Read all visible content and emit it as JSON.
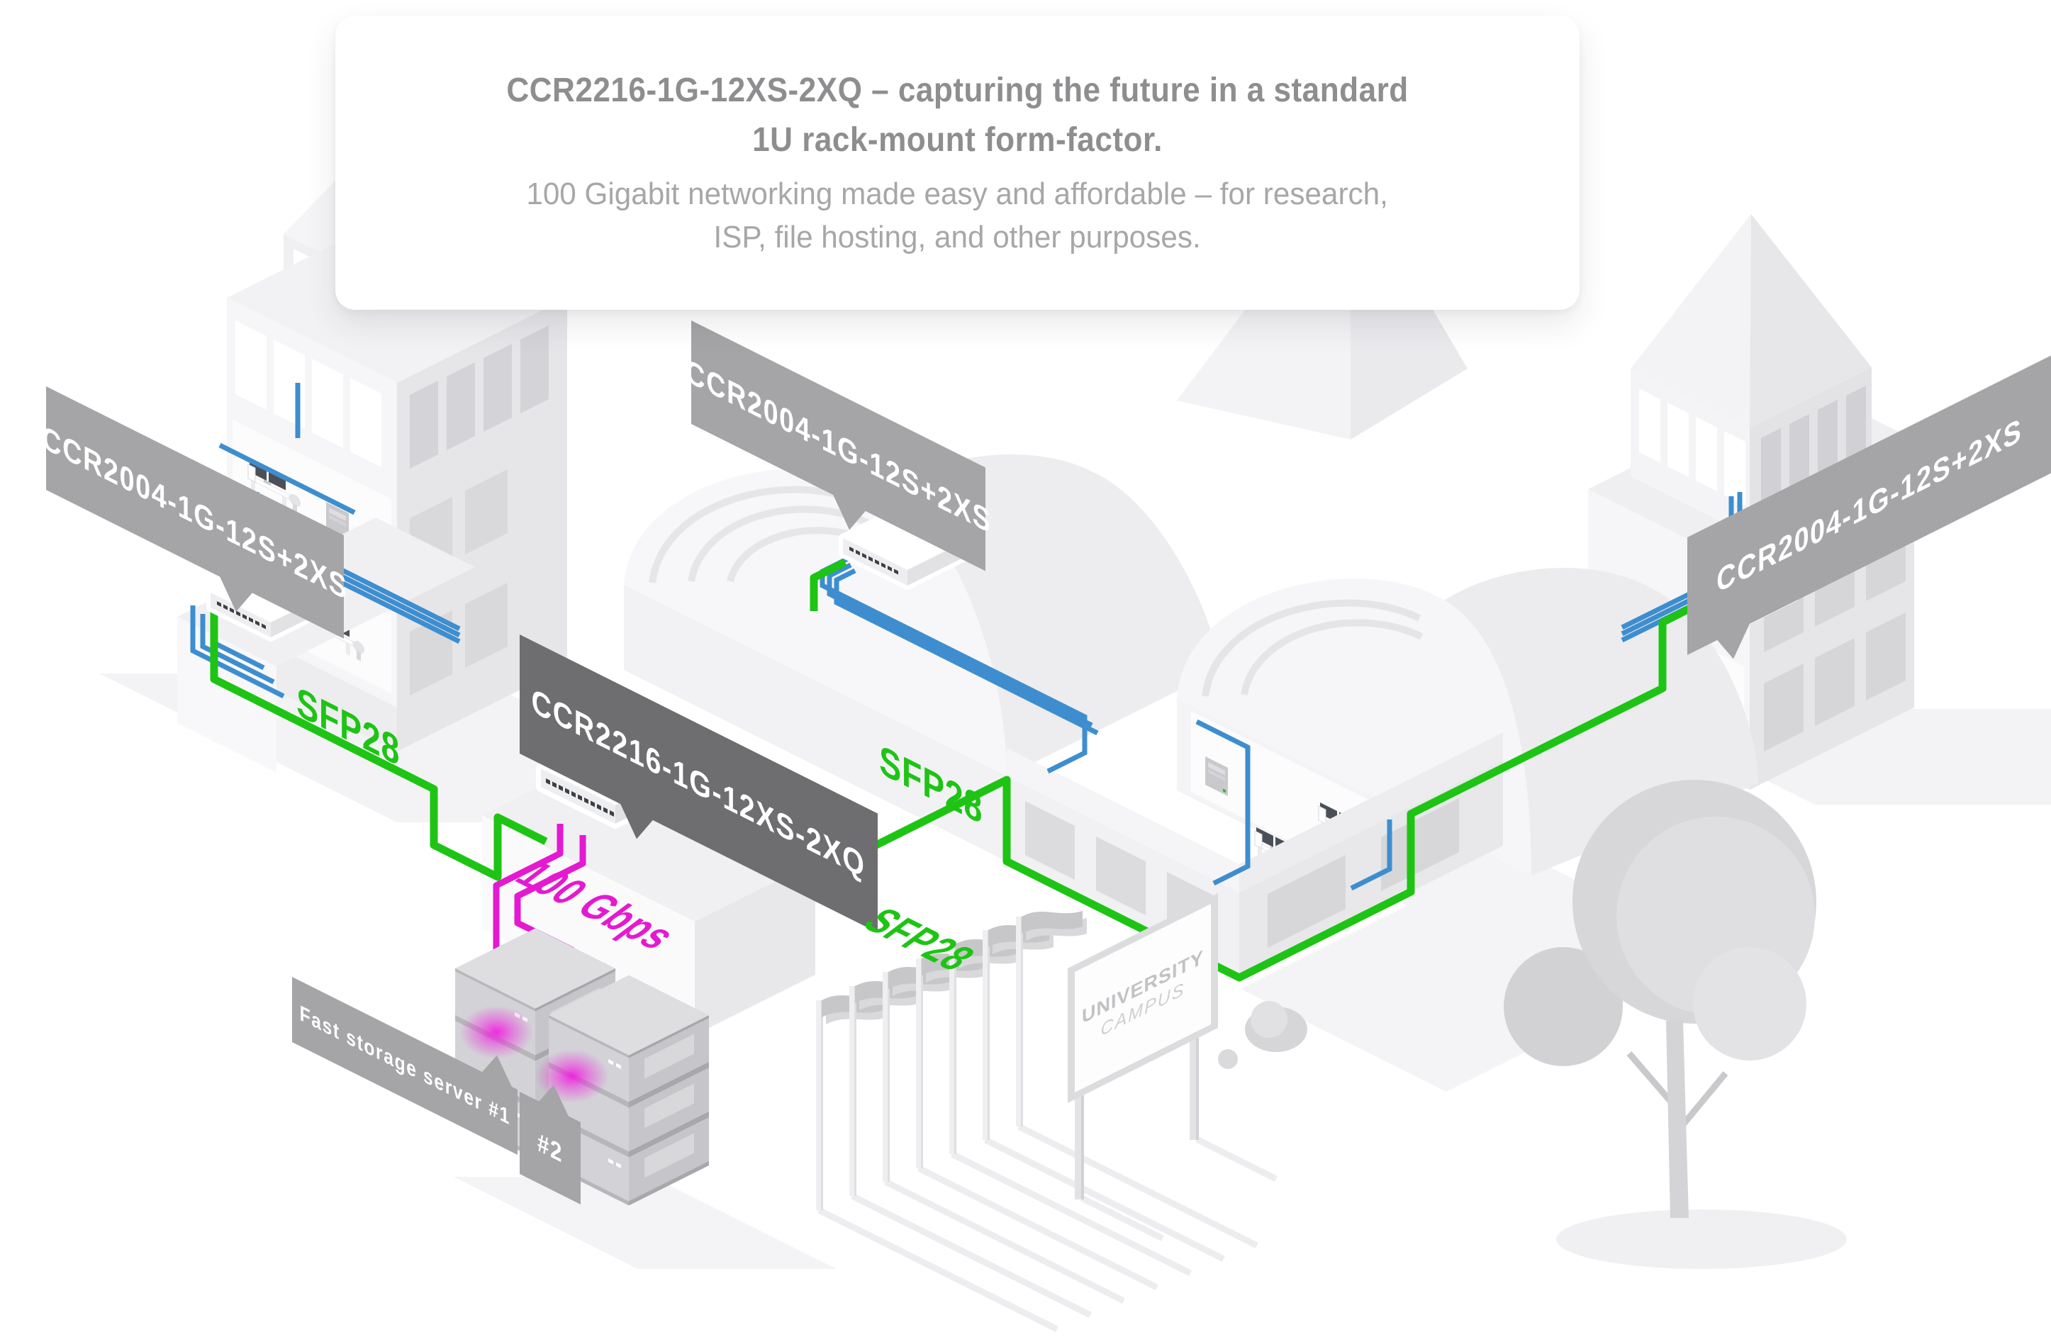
{
  "card": {
    "title_line1": "CCR2216-1G-12XS-2XQ – capturing the future in a standard",
    "title_line2": "1U rack-mount form-factor.",
    "subtitle_line1": "100 Gigabit networking made easy and affordable – for research,",
    "subtitle_line2": "ISP, file hosting, and other purposes."
  },
  "banners": {
    "left_router": "CCR2004-1G-12S+2XS",
    "center_router": "CCR2004-1G-12S+2XS",
    "right_router": "CCR2004-1G-12S+2XS",
    "main_router": "CCR2216-1G-12XS-2XQ",
    "storage_1": "Fast storage server #1",
    "storage_2": "#2"
  },
  "cable_labels": {
    "sfp28_left": "SFP28",
    "sfp28_wall": "SFP28",
    "sfp28_ground": "SFP28",
    "link_speed": "100 Gbps"
  },
  "sign": {
    "line1": "UNIVERSITY",
    "line2": "CAMPUS"
  },
  "colors": {
    "sfp28_green": "#1ec414",
    "link_magenta": "#e519d1",
    "lan_blue": "#3e8ecf",
    "banner_gray": "#a5a5a7",
    "banner_dark_gray": "#6e6e70"
  }
}
